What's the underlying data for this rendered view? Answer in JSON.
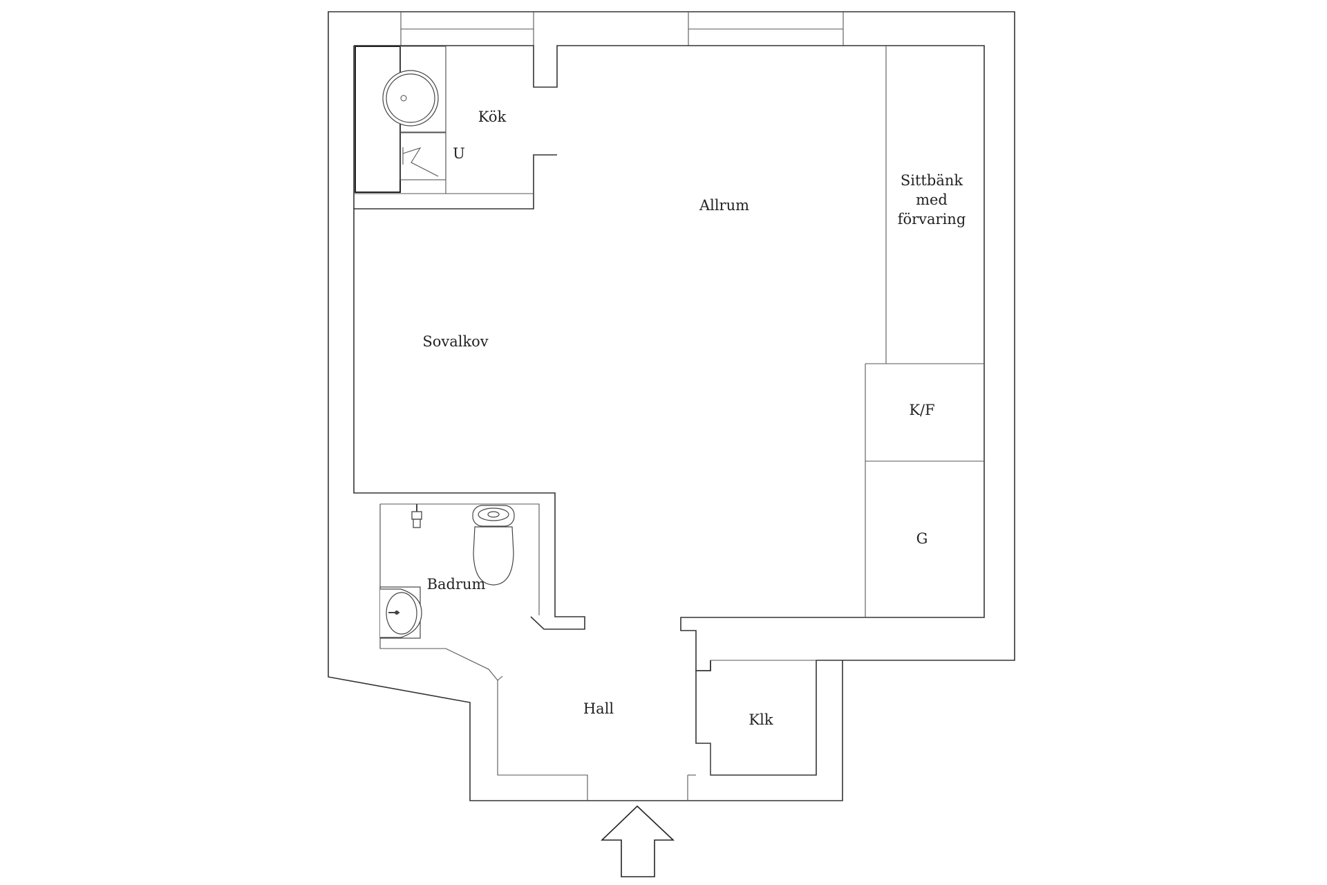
{
  "rooms": {
    "kok": "Kök",
    "u": "U",
    "allrum": "Allrum",
    "sittbank_line1": "Sittbänk",
    "sittbank_line2": "med",
    "sittbank_line3": "förvaring",
    "sovalkov": "Sovalkov",
    "kf": "K/F",
    "g": "G",
    "badrum": "Badrum",
    "hall": "Hall",
    "klk": "Klk"
  },
  "colors": {
    "wall": "#333333",
    "background": "#ffffff",
    "text": "#222222"
  },
  "icons": [
    "sink-icon",
    "stove-icon",
    "toilet-icon",
    "washbasin-icon",
    "shower-icon",
    "entrance-arrow-icon"
  ]
}
